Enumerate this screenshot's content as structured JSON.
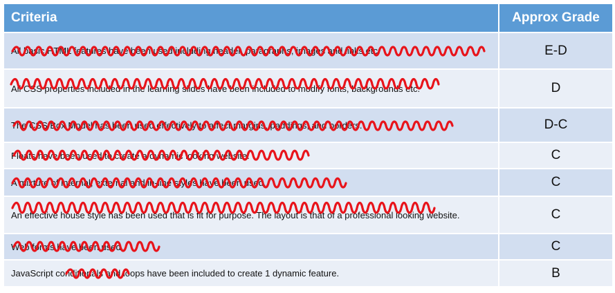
{
  "header": {
    "criteria_label": "Criteria",
    "grade_label": "Approx Grade"
  },
  "rows": [
    {
      "criteria": "All basic HTML features have been used including header, paragraphs, images and links etc.",
      "grade": "E-D"
    },
    {
      "criteria": "All CSS properties included in the learning slides have been included to modify fonts, backgrounds etc.",
      "grade": "D"
    },
    {
      "criteria": "The CSS Box Model has been used effectively to affect margins, paddings, and borders.",
      "grade": "D-C"
    },
    {
      "criteria": "Floats have been used to create a dynamic looking website.",
      "grade": "C"
    },
    {
      "criteria": "A mixture of internal, external and in-line styles have been used.",
      "grade": "C"
    },
    {
      "criteria": "An effective house style has been used that is fit for purpose. The layout is that of a professional looking website.",
      "grade": "C"
    },
    {
      "criteria": "Web forms have been used.",
      "grade": "C"
    },
    {
      "criteria": "JavaScript conditionals and loops have been included to create 1 dynamic feature.",
      "grade": "B"
    }
  ],
  "colors": {
    "header": "#5b9bd5",
    "row_dark": "#d2def0",
    "row_light": "#eaeff7",
    "scribble": "#e8141b"
  }
}
